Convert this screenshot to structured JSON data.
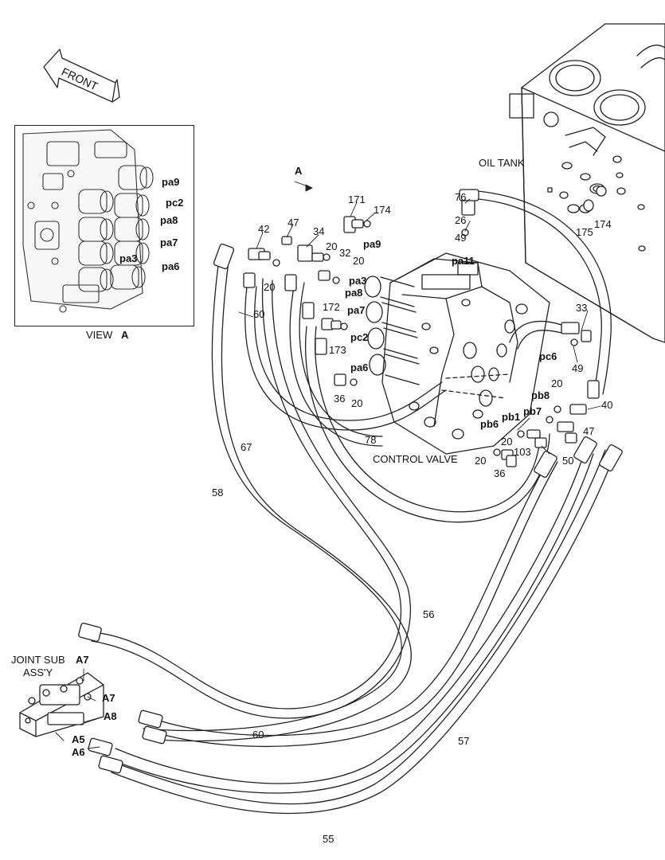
{
  "front_arrow": "FRONT",
  "view": {
    "label": "VIEW",
    "letter": "A"
  },
  "view_arrow": "A",
  "oil_tank": "OIL TANK",
  "control_valve": "CONTROL VALVE",
  "joint_sub": {
    "line1": "JOINT SUB",
    "line2": "ASS'Y"
  },
  "view_labels": {
    "pa9": "pa9",
    "pc2": "pc2",
    "pa8": "pa8",
    "pa7": "pa7",
    "pa3": "pa3",
    "pa6": "pa6"
  },
  "port_labels": {
    "pa9": "pa9",
    "pa11": "pa11",
    "pa3": "pa3",
    "pa8": "pa8",
    "pa7": "pa7",
    "pc2": "pc2",
    "pa6": "pa6",
    "pc6": "pc6",
    "pb8": "pb8",
    "pb7": "pb7",
    "pb6": "pb6",
    "pb1": "pb1"
  },
  "joint_labels": {
    "a7_top": "A7",
    "a7": "A7",
    "a8": "A8",
    "a5": "A5",
    "a6": "A6"
  },
  "part_numbers": {
    "n171": "171",
    "n174a": "174",
    "n47a": "47",
    "n42": "42",
    "n34": "34",
    "n20a": "20",
    "n32": "32",
    "n20b": "20",
    "n20c": "20",
    "n60a": "60",
    "n172": "172",
    "n173": "173",
    "n36a": "36",
    "n20d": "20",
    "n76": "76",
    "n26": "26",
    "n49a": "49",
    "n175": "175",
    "n174b": "174",
    "n33": "33",
    "n49b": "49",
    "n20e": "20",
    "n40": "40",
    "n47b": "47",
    "n20f": "20",
    "n103": "103",
    "n50": "50",
    "n20g": "20",
    "n36b": "36",
    "n67": "67",
    "n78": "78",
    "n58": "58",
    "n56": "56",
    "n60b": "60",
    "n57": "57",
    "n55": "55"
  }
}
